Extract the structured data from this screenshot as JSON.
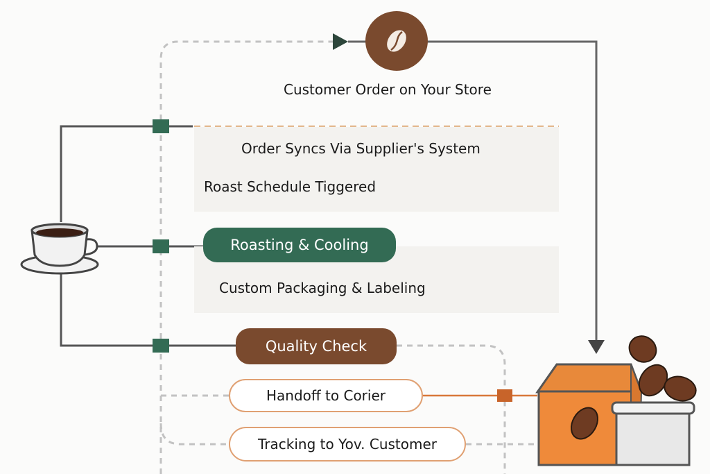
{
  "diagram": {
    "title_node": {
      "label": "Customer Order on Your Store",
      "icon": "coffee-bean-icon"
    },
    "steps": [
      {
        "label": "Order Syncs Via Supplier's System"
      },
      {
        "label": "Roast Schedule Tiggered"
      },
      {
        "label": "Roasting & Cooling"
      },
      {
        "label": "Custom Packaging & Labeling"
      },
      {
        "label": "Quality Check"
      },
      {
        "label": "Handoff to Corier"
      },
      {
        "label": "Tracking to Yov. Customer"
      }
    ],
    "source_icon": "coffee-cup-icon",
    "destination_icon": "package-box-icon",
    "colors": {
      "brown": "#7a4a2e",
      "green": "#336b54",
      "orange": "#e8893a",
      "line": "#555555",
      "dash_gray": "#bdbdbd",
      "dash_tan": "#e3b98f"
    }
  }
}
